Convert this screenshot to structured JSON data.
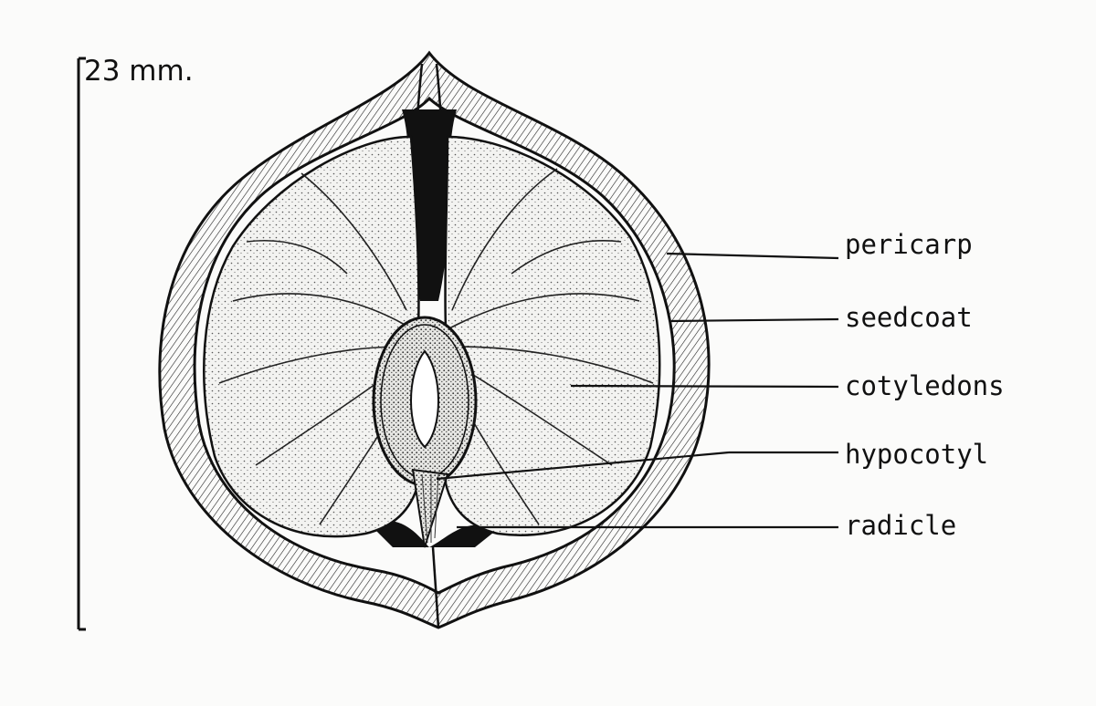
{
  "scale": {
    "label": "23 mm."
  },
  "labels": {
    "pericarp": "pericarp",
    "seedcoat": "seedcoat",
    "cotyledons": "cotyledons",
    "hypocotyl": "hypocotyl",
    "radicle": "radicle"
  },
  "colors": {
    "ink": "#111111",
    "paper": "#fbfbfa",
    "stipple": "#dcdcdc"
  }
}
